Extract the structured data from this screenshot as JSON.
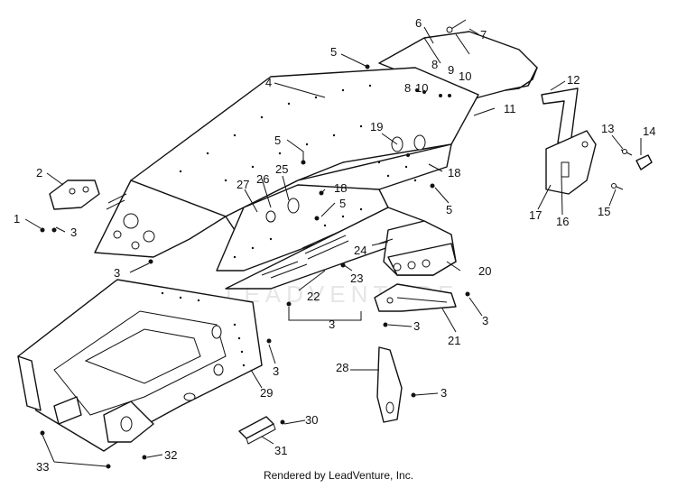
{
  "diagram": {
    "watermark": "LEADVENTURE",
    "callouts": [
      "1",
      "2",
      "3",
      "4",
      "5",
      "6",
      "7",
      "8",
      "9",
      "10",
      "11",
      "12",
      "13",
      "14",
      "15",
      "16",
      "17",
      "18",
      "19",
      "20",
      "21",
      "22",
      "23",
      "24",
      "25",
      "26",
      "27",
      "28",
      "29",
      "30",
      "31",
      "32",
      "33"
    ]
  },
  "footer": {
    "text": "Rendered by LeadVenture, Inc."
  }
}
